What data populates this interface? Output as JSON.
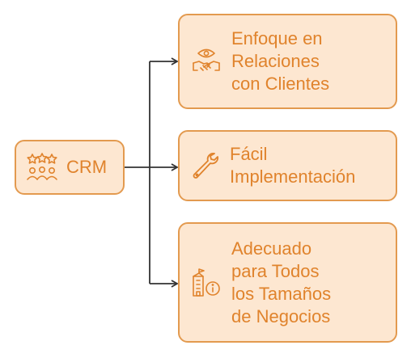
{
  "root": {
    "label": "CRM",
    "icon": "team-rating-icon"
  },
  "nodes": [
    {
      "label": "Enfoque en\nRelaciones\ncon Clientes",
      "icon": "handshake-eye-icon"
    },
    {
      "label": "Fácil\nImplementación",
      "icon": "wrench-icon"
    },
    {
      "label": "Adecuado\npara Todos\nlos Tamaños\nde Negocios",
      "icon": "building-info-icon"
    }
  ],
  "colors": {
    "box_fill": "#fde7d1",
    "box_border": "#e39a4f",
    "text": "#e0832c",
    "connector": "#333333"
  }
}
